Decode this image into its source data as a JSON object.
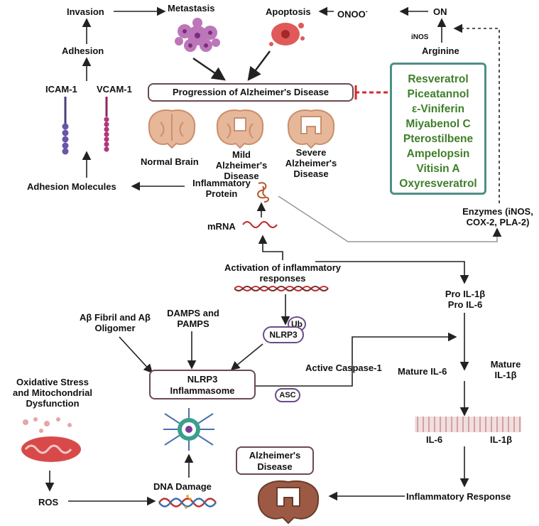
{
  "labels": {
    "invasion": "Invasion",
    "metastasis": "Metastasis",
    "apoptosis": "Apoptosis",
    "onoo": "ONOO",
    "onoo_sup": "-",
    "on": "ON",
    "inos": "iNOS",
    "arginine": "Arginine",
    "adhesion": "Adhesion",
    "icam": "ICAM-1",
    "vcam": "VCAM-1",
    "progression": "Progression of Alzheimer's Disease",
    "normal_brain": "Normal Brain",
    "mild": "Mild\nAlzheimer's\nDisease",
    "severe": "Severe\nAlzheimer's\nDisease",
    "adhesion_molecules": "Adhesion Molecules",
    "inflammatory_protein": "Inflammatory\nProtein",
    "enzymes": "Enzymes (iNOS,\nCOX-2, PLA-2)",
    "mrna": "mRNA",
    "activation": "Activation of inflammatory\nresponses",
    "pro_il": "Pro IL-1β\nPro IL-6",
    "abeta": "Aβ Fibril and Aβ\nOligomer",
    "damps": "DAMPS and\nPAMPS",
    "ub": "Ub",
    "nlrp3": "NLRP3",
    "nlrp3_inflammasome": "NLRP3\nInflammasome",
    "active_caspase": "Active Caspase-1",
    "asc": "ASC",
    "mature_il6": "Mature IL-6",
    "mature_il1b": "Mature\nIL-1β",
    "oxidative": "Oxidative Stress\nand Mitochondrial\nDysfunction",
    "il6": "IL-6",
    "il1b": "IL-1β",
    "alzheimers_disease": "Alzheimer's\nDisease",
    "dna_damage": "DNA Damage",
    "ros": "ROS",
    "inflammatory_response": "Inflammatory Response"
  },
  "compounds": [
    "Resveratrol",
    "Piceatannol",
    "ε-Viniferin",
    "Miyabenol C",
    "Pterostilbene",
    "Ampelopsin",
    "Vitisin A",
    "Oxyresveratrol"
  ],
  "colors": {
    "compound_text": "#3f7f2a",
    "compound_border": "#4f8f86",
    "inhibition": "#d42a2a",
    "brain_pink": "#e7b79a",
    "diseased_brain": "#9c5a45"
  }
}
